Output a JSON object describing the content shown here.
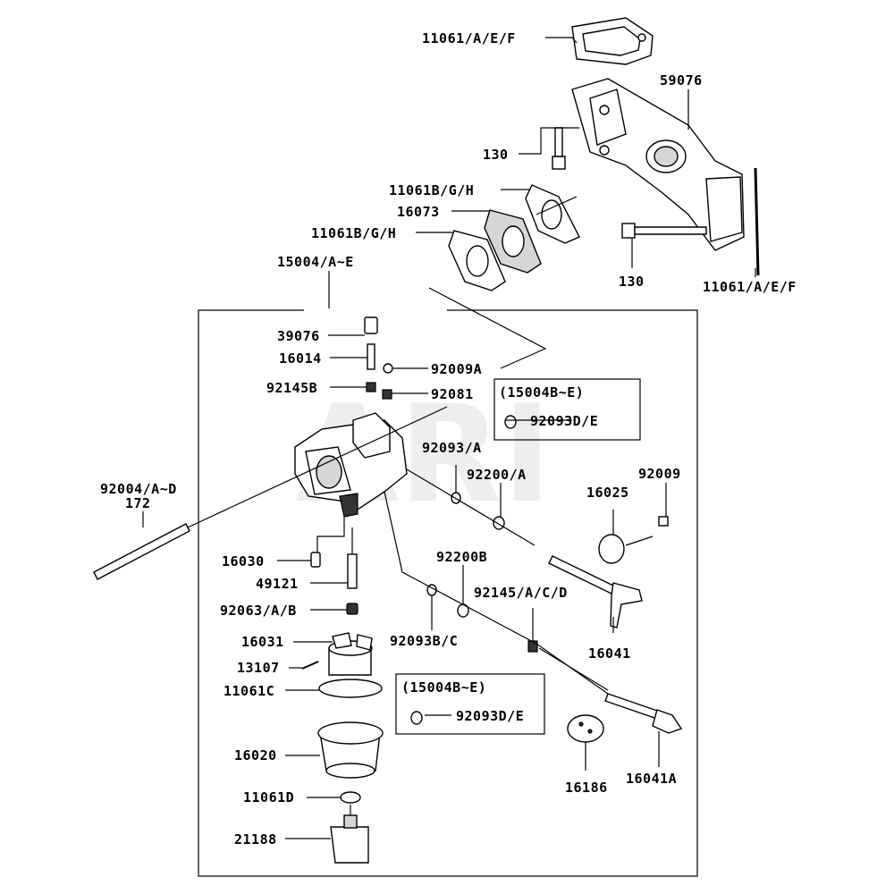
{
  "watermark": "ARI",
  "callouts": {
    "gasket_top": "11061/A/E/F",
    "manifold": "59076",
    "bolt_short": "130",
    "gasket_b1": "11061B/G/H",
    "spacer": "16073",
    "gasket_b2": "11061B/G/H",
    "bolt_long": "130",
    "gasket_side": "11061/A/E/F",
    "carb_assy": "15004/A~E",
    "cap": "39076",
    "pilot_jet": "16014",
    "screw_a": "92009A",
    "spring_b": "92145B",
    "spring": "92081",
    "variant_box1_title": "(15004B~E)",
    "variant_box1_part": "92093D/E",
    "seal_a": "92093/A",
    "washer_a": "92200/A",
    "screw": "92009",
    "stud": "92004/A~D",
    "stud_num": "172",
    "throttle_valve": "16025",
    "float_needle": "16030",
    "main_jet": "49121",
    "washer_b": "92200B",
    "spring_acd": "92145/A/C/D",
    "plug": "92063/A/B",
    "float": "16031",
    "seal_bc": "92093B/C",
    "shaft_throttle": "16041",
    "pin": "13107",
    "gasket_c": "11061C",
    "variant_box2_title": "(15004B~E)",
    "variant_box2_part": "92093D/E",
    "bowl": "16020",
    "gasket_d": "11061D",
    "solenoid": "21188",
    "choke_valve": "16186",
    "shaft_choke": "16041A"
  }
}
